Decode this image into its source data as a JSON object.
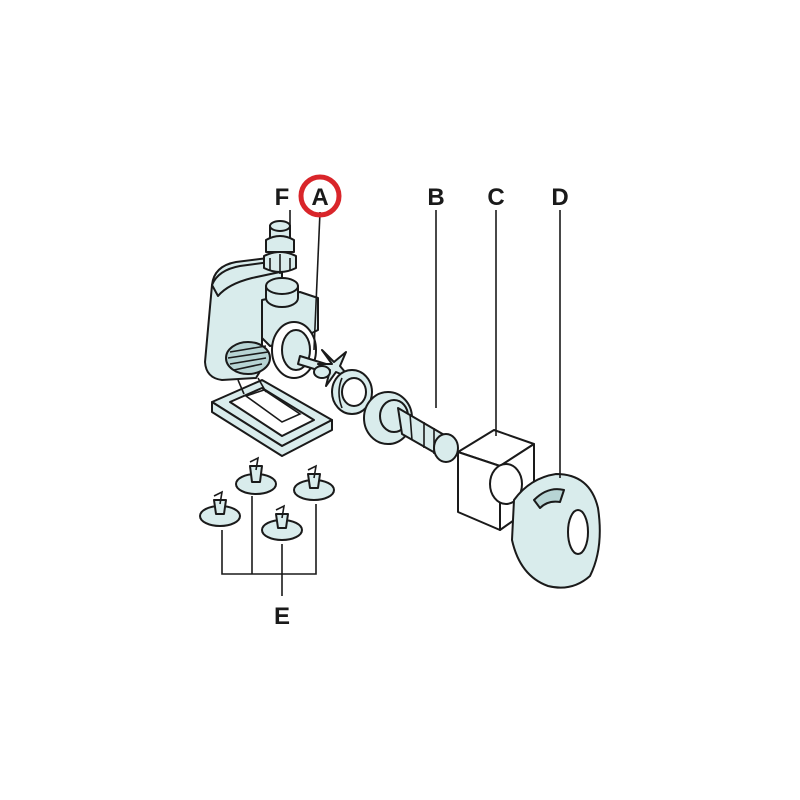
{
  "labels": {
    "a": "A",
    "b": "B",
    "c": "C",
    "d": "D",
    "e": "E",
    "f": "F"
  },
  "colors": {
    "part_fill": "#d9ecec",
    "outline": "#1a1a1a",
    "highlight": "#d9252a"
  },
  "highlighted_label": "A"
}
